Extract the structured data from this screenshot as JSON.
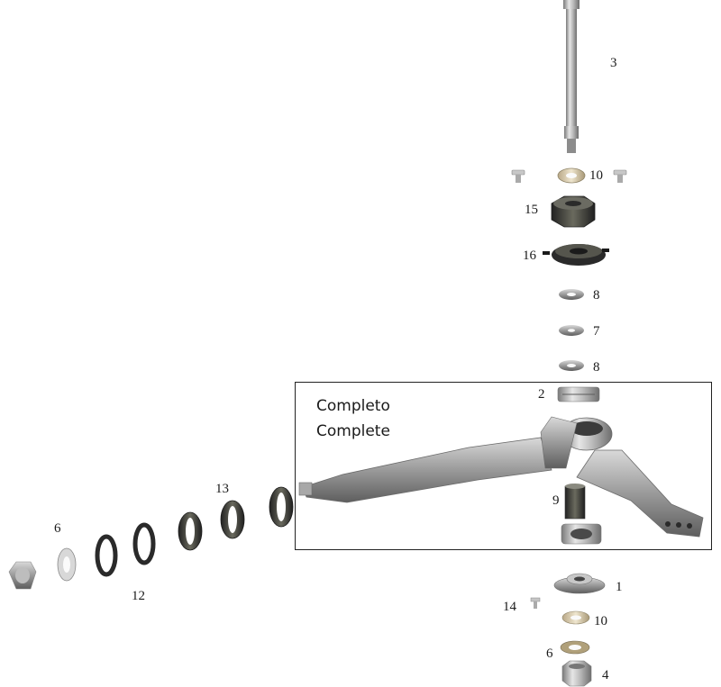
{
  "kit": {
    "label_line1": "Completo",
    "label_line2": "Complete"
  },
  "callouts": {
    "n1": "1",
    "n2": "2",
    "n3": "3",
    "n4": "4",
    "n6_left": "6",
    "n6_right": "6",
    "n7": "7",
    "n8_upper": "8",
    "n8_lower": "8",
    "n9": "9",
    "n10_upper": "10",
    "n10_lower": "10",
    "n12": "12",
    "n13": "13",
    "n14": "14",
    "n15": "15",
    "n16": "16"
  }
}
